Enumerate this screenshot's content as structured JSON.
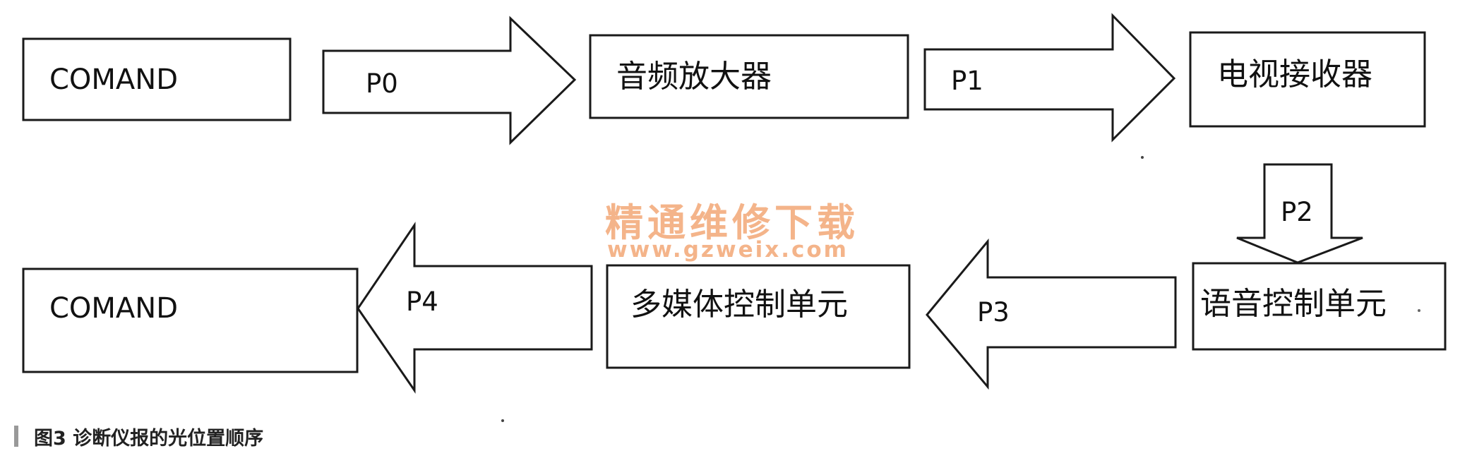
{
  "boxes": {
    "comand_top": "COMAND",
    "audio_amp": "音频放大器",
    "tv_receiver": "电视接收器",
    "voice_control": "语音控制单元",
    "multimedia_control": "多媒体控制单元",
    "comand_bottom": "COMAND"
  },
  "arrows": {
    "p0": "P0",
    "p1": "P1",
    "p2": "P2",
    "p3": "P3",
    "p4": "P4"
  },
  "watermark": {
    "title": "精通维修下载",
    "url": "www.gzweix.com"
  },
  "caption": {
    "text": "图3 诊断仪报的光位置顺序"
  },
  "colors": {
    "stroke": "#1a1a1a",
    "watermark": "#f4b48a",
    "caption_bar": "#999999"
  }
}
